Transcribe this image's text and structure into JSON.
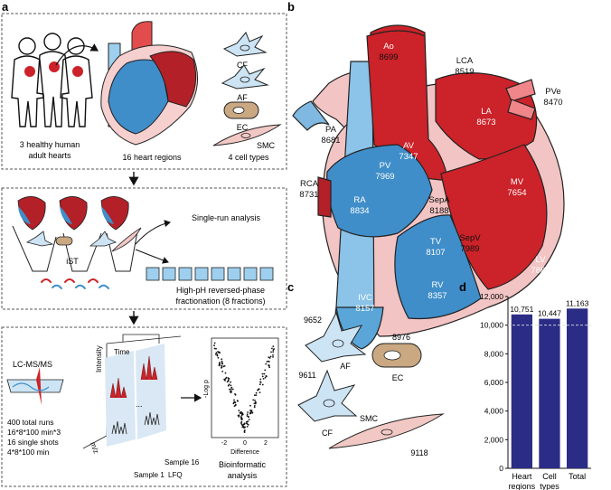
{
  "panel_letters": {
    "a": "a",
    "b": "b",
    "c": "c",
    "d": "d"
  },
  "panel_a": {
    "step1": {
      "hearts_caption": [
        "3 healthy human",
        "adult hearts"
      ],
      "regions_caption": "16 heart regions",
      "celltypes_caption": "4 cell types",
      "cells": [
        "CF",
        "AF",
        "EC",
        "SMC"
      ]
    },
    "step2": {
      "ist_label": "iST",
      "single_run": "Single-run analysis",
      "fractionation": [
        "High-pH reversed-phase",
        "fractionation (8 fractions)"
      ]
    },
    "step3": {
      "lcms": "LC-MS/MS",
      "runs": [
        "400 total runs",
        "16*8*100 min*3",
        "16 single shots",
        "4*8*100 min"
      ],
      "axis_intensity": "Intensity",
      "axis_time": "Time",
      "axis_mz": "m/z",
      "dots": "...",
      "sample1": "Sample 1",
      "sample16": "Sample 16",
      "lfq": "LFQ",
      "volcano_ylabel": "-Log p",
      "volcano_xlabel": "Difference",
      "volcano_ticks": [
        "-2",
        "0",
        "2"
      ],
      "bioinformatic": [
        "Bioinformatic",
        "analysis"
      ]
    }
  },
  "panel_b": {
    "regions": [
      {
        "name": "Ao",
        "value": "8699"
      },
      {
        "name": "LCA",
        "value": "8519"
      },
      {
        "name": "PVe",
        "value": "8470"
      },
      {
        "name": "LA",
        "value": "8673"
      },
      {
        "name": "PA",
        "value": "8681"
      },
      {
        "name": "AV",
        "value": "7347"
      },
      {
        "name": "PV",
        "value": "7969"
      },
      {
        "name": "RCA",
        "value": "8731"
      },
      {
        "name": "MV",
        "value": "7654"
      },
      {
        "name": "RA",
        "value": "8834"
      },
      {
        "name": "SepA",
        "value": "8188"
      },
      {
        "name": "SepV",
        "value": "7989"
      },
      {
        "name": "TV",
        "value": "8107"
      },
      {
        "name": "LV",
        "value": "7883"
      },
      {
        "name": "RV",
        "value": "8357"
      },
      {
        "name": "IVC",
        "value": "8157"
      }
    ]
  },
  "panel_c": {
    "cells": [
      {
        "name": "AF",
        "value": "9652"
      },
      {
        "name": "EC",
        "value": "8976"
      },
      {
        "name": "CF",
        "value": "9611"
      },
      {
        "name": "SMC",
        "value": "9118"
      }
    ]
  },
  "colors": {
    "bar": "#2b2c86",
    "red": "#cc2229",
    "blue": "#5aa6d8",
    "pink": "#f3c4c4"
  },
  "chart_data": {
    "type": "bar",
    "categories": [
      "Heart regions",
      "Cell types",
      "Total"
    ],
    "category_lines": [
      [
        "Heart",
        "regions"
      ],
      [
        "Cell",
        "types"
      ],
      [
        "Total"
      ]
    ],
    "values": [
      10751,
      10447,
      11163
    ],
    "value_labels": [
      "10,751",
      "10,447",
      "11,163"
    ],
    "yticks": [
      "0",
      "2,000",
      "4,000",
      "6,000",
      "8,000",
      "10,000",
      "12,000"
    ],
    "ylim": [
      0,
      12000
    ],
    "reference_line": 10000
  }
}
